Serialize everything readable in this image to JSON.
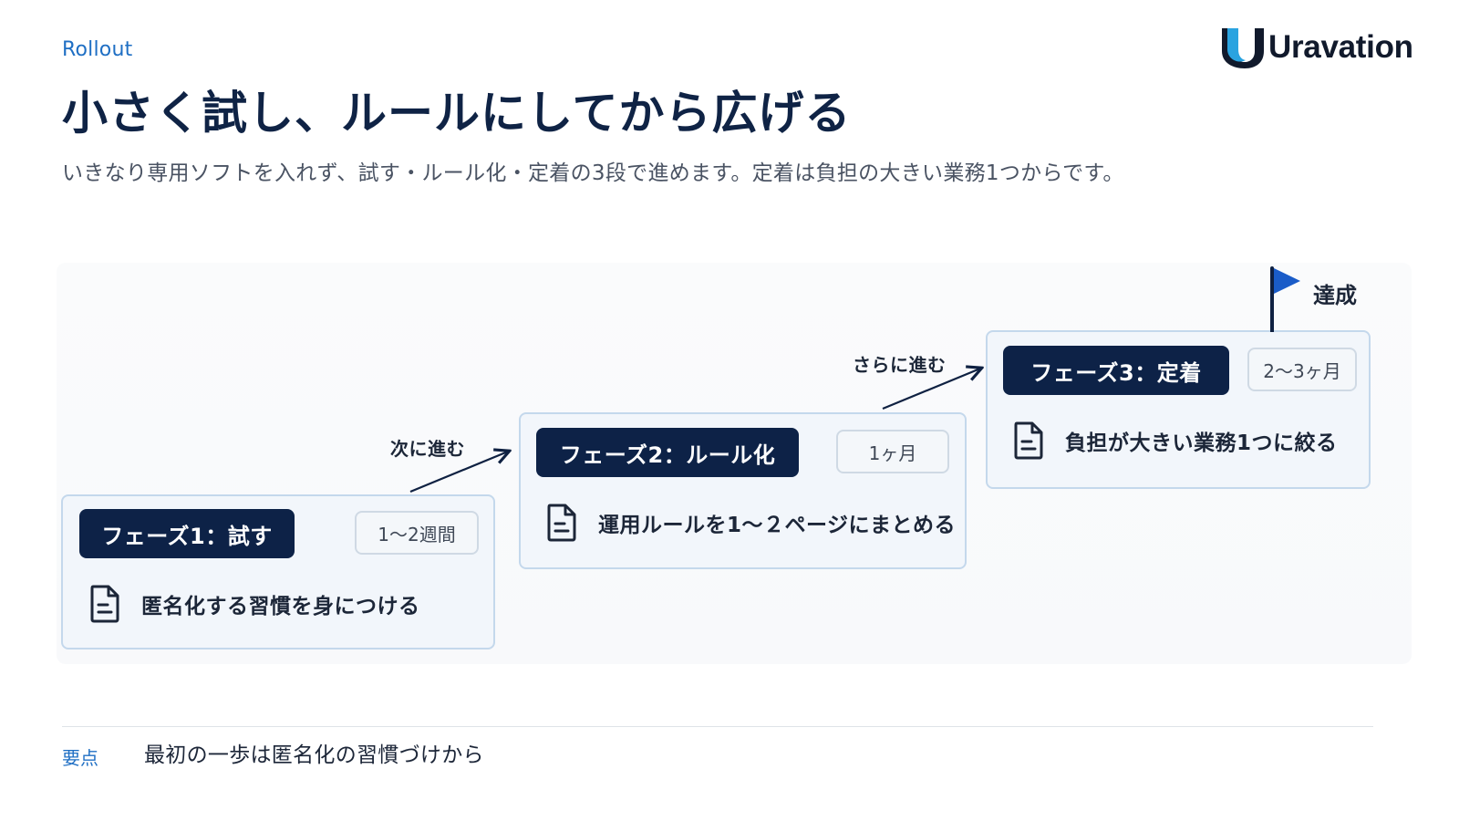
{
  "header": {
    "eyebrow": "Rollout",
    "title": "小さく試し、ルールにしてから広げる",
    "subtitle": "いきなり専用ソフトを入れず、試す・ルール化・定着の3段で進めます。定着は負担の大きい業務1つからです。"
  },
  "brand": {
    "name": "Uravation",
    "colors": {
      "accent": "#1f6fc4",
      "navy": "#0d2247",
      "flag": "#1a5cc8"
    }
  },
  "phases": [
    {
      "label": "フェーズ1：試す",
      "duration": "1〜2週間",
      "task": "匿名化する習慣を身につける",
      "icon": "document-icon"
    },
    {
      "label": "フェーズ2：ルール化",
      "duration": "1ヶ月",
      "task": "運用ルールを1〜２ページにまとめる",
      "icon": "document-icon"
    },
    {
      "label": "フェーズ3：定着",
      "duration": "2〜3ヶ月",
      "task": "負担が大きい業務1つに絞る",
      "icon": "document-icon"
    }
  ],
  "transitions": [
    {
      "label": "次に進む"
    },
    {
      "label": "さらに進む"
    }
  ],
  "goal": {
    "label": "達成",
    "icon": "flag-icon"
  },
  "footer": {
    "keypoint_label": "要点",
    "keypoint_text": "最初の一歩は匿名化の習慣づけから"
  }
}
